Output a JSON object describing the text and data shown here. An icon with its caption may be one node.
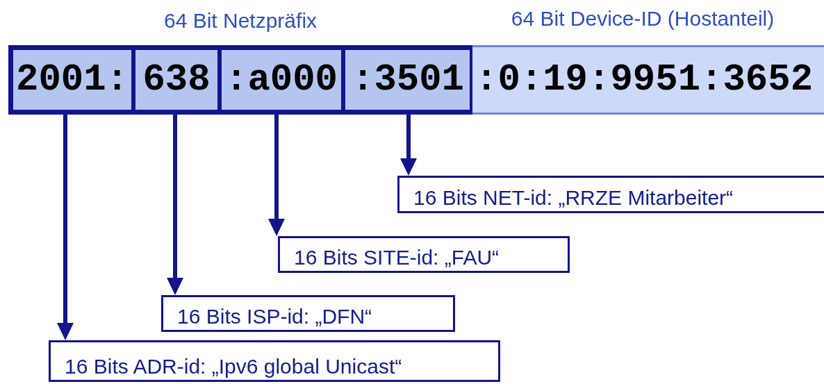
{
  "diagram": {
    "nodes": [
      {
        "text": [
          "64 Bit Netzpräfix"
        ]
      },
      {
        "text": [
          "2001:"
        ],
        "in": 0
      },
      {
        "text": [
          "638"
        ],
        "in": 0
      },
      {
        "text": [
          ":a000"
        ],
        "in": 0
      },
      {
        "text": [
          ":3501"
        ],
        "in": 0
      },
      {
        "text": [
          "64 Bit Device-ID (Hostanteil)",
          ":0:19:9951:3652"
        ]
      },
      {
        "text": [
          "16 Bits NET-id: „RRZE Mitarbeiter“"
        ]
      },
      {
        "text": [
          "16 Bits SITE-id: „FAU“"
        ]
      },
      {
        "text": [
          "16 Bits ISP-id: „DFN“"
        ]
      },
      {
        "text": [
          "16 Bits ADR-id: „Ipv6 global Unicast“"
        ]
      }
    ],
    "edges": [
      {
        "from": 4,
        "to": 6,
        "arrow": "to"
      },
      {
        "from": 3,
        "to": 7,
        "arrow": "to"
      },
      {
        "from": 2,
        "to": 8,
        "arrow": "to"
      },
      {
        "from": 1,
        "to": 9,
        "arrow": "to"
      }
    ]
  }
}
